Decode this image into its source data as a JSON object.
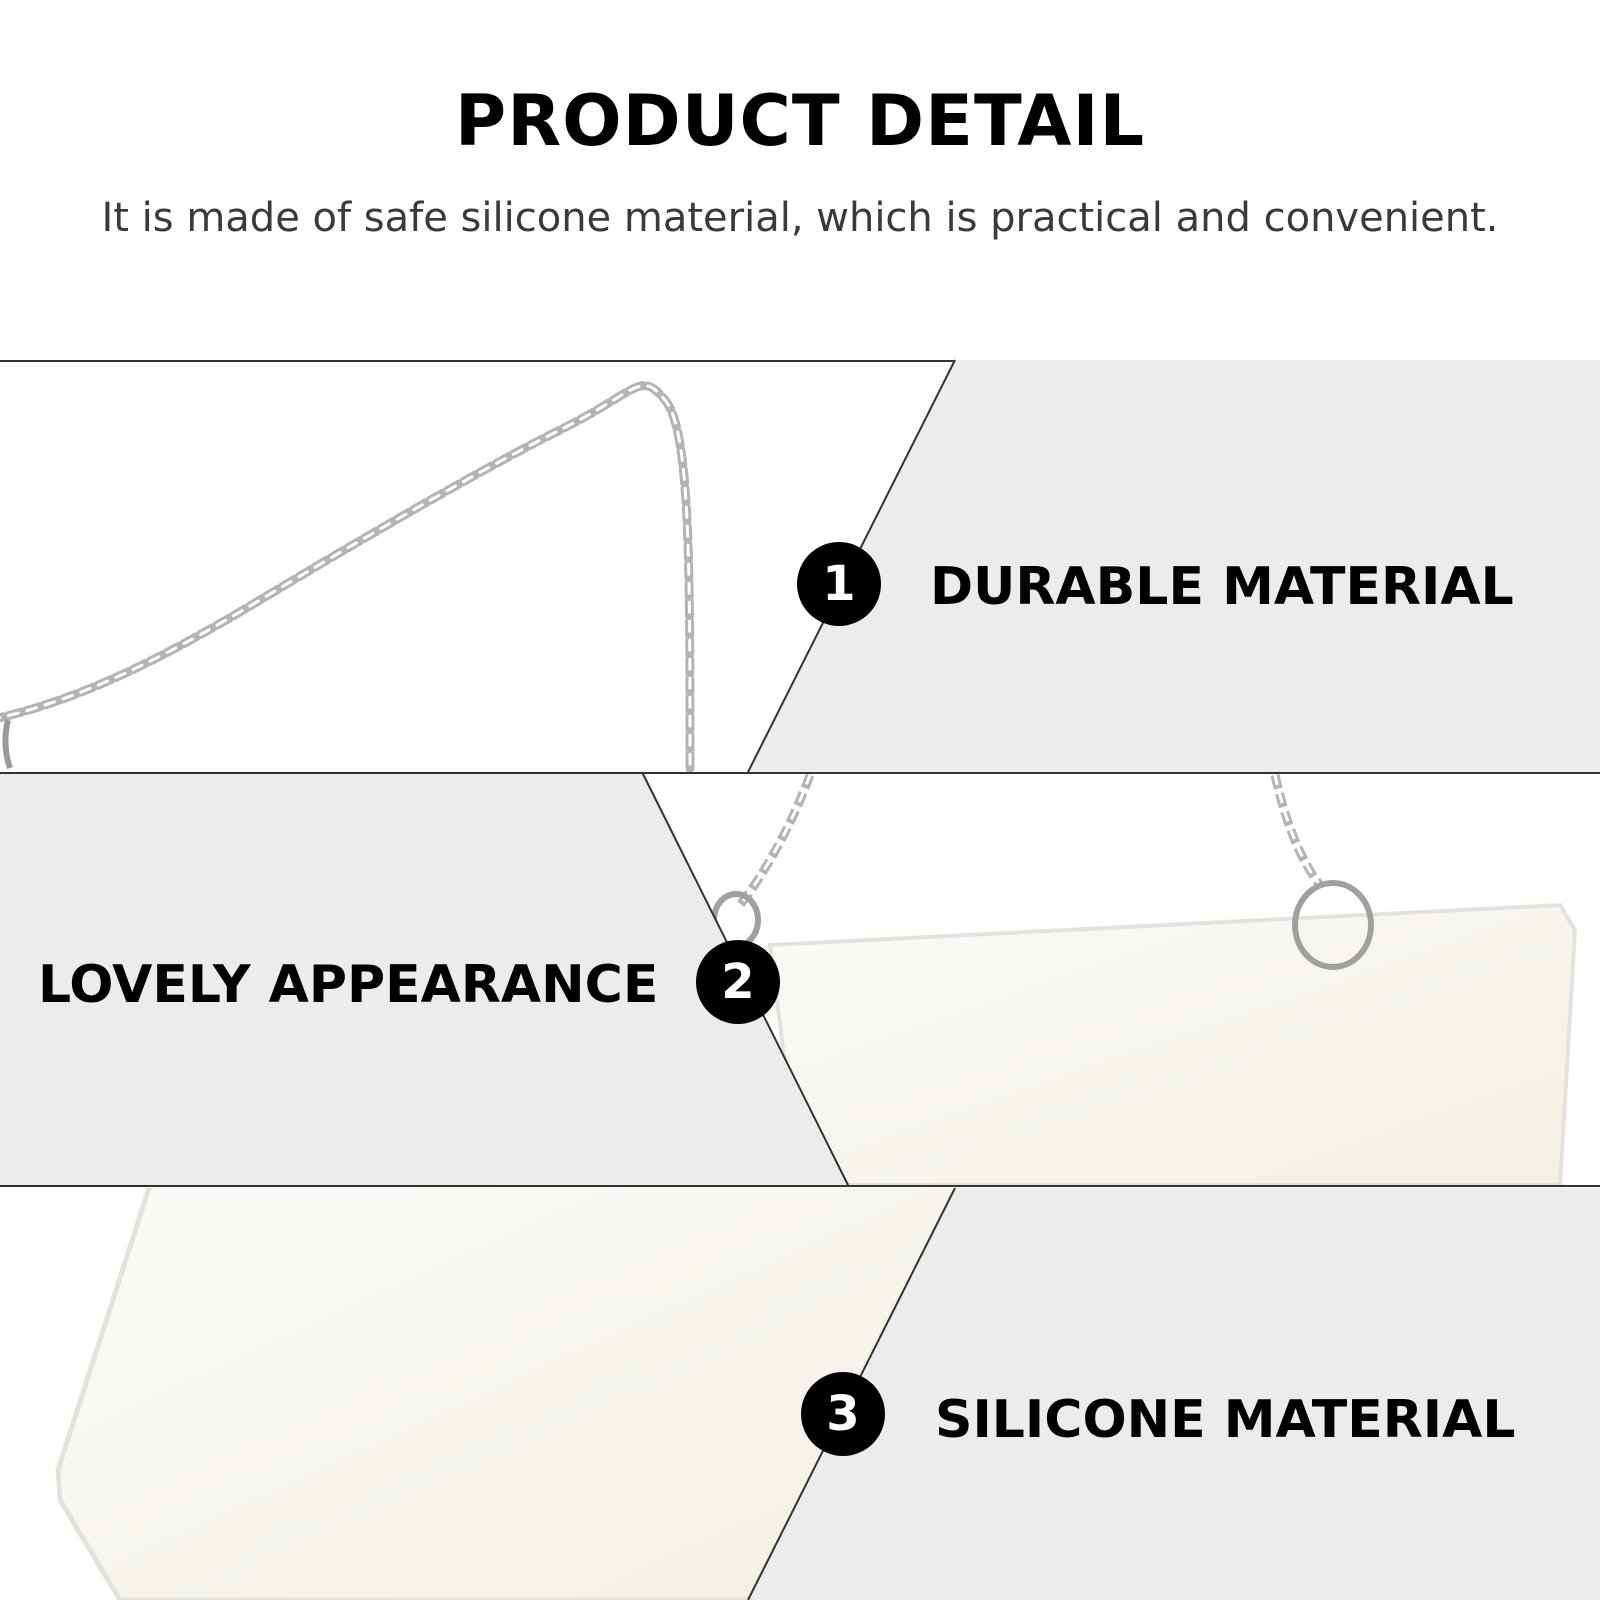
{
  "header": {
    "title": "PRODUCT DETAIL",
    "subtitle": "It is made of safe silicone material, which is practical and convenient."
  },
  "features": [
    {
      "number": "1",
      "label": "DURABLE MATERIAL"
    },
    {
      "number": "2",
      "label": "LOVELY APPEARANCE"
    },
    {
      "number": "3",
      "label": "SILICONE MATERIAL"
    }
  ],
  "colors": {
    "panel_gray": "#ececec",
    "badge": "#000000",
    "text": "#000000",
    "subtitle_text": "#3a3a3a",
    "chain": "#a8a8a8",
    "silicone_plate": "#f7f5f0"
  }
}
